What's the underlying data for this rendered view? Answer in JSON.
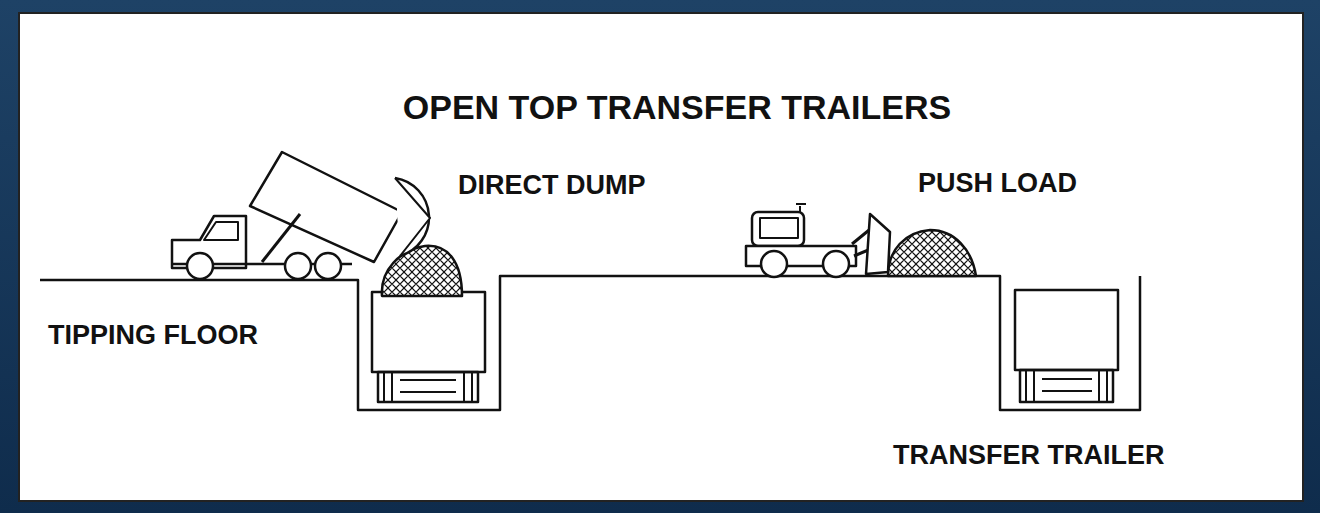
{
  "diagram": {
    "title": "OPEN TOP TRANSFER TRAILERS",
    "labels": [
      "DIRECT DUMP",
      "PUSH LOAD",
      "TIPPING FLOOR",
      "TRANSFER TRAILER"
    ]
  }
}
